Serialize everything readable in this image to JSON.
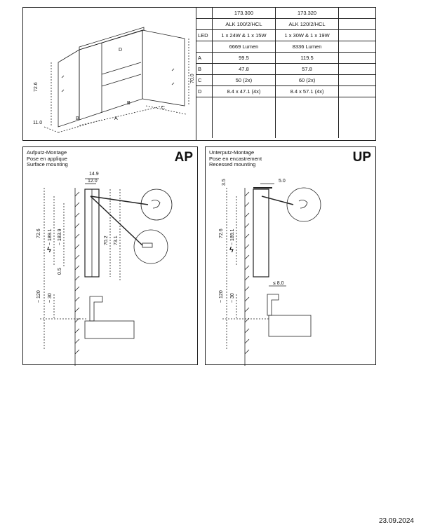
{
  "spec_table": {
    "header": [
      "",
      "173.300",
      "173.320"
    ],
    "rows": [
      {
        "label": "",
        "v1": "ALK 100/2/HCL",
        "v2": "ALK 120/2/HCL"
      },
      {
        "label": "LED",
        "v1": "1 x 24W & 1 x 15W",
        "v2": "1 x 30W & 1 x 19W"
      },
      {
        "label": "",
        "v1": "6669 Lumen",
        "v2": "8336 Lumen"
      },
      {
        "label": "A",
        "v1": "99.5",
        "v2": "119.5"
      },
      {
        "label": "B",
        "v1": "47.8",
        "v2": "57.8"
      },
      {
        "label": "C",
        "v1": "50 (2x)",
        "v2": "60 (2x)"
      },
      {
        "label": "D",
        "v1": "8.4 x 47.1 (4x)",
        "v2": "8.4 x 57.1 (4x)"
      }
    ]
  },
  "cabinet_dims": {
    "height": "72.6",
    "height_inner": "70.0",
    "depth": "11.0",
    "a": "A",
    "b": "B",
    "c": "C",
    "d": "D"
  },
  "ap": {
    "caption_de": "Aufputz-Montage",
    "caption_fr": "Pose en applique",
    "caption_en": "Surface mounting",
    "tag": "AP",
    "dims": {
      "d1": "14.9",
      "d2": "12.0",
      "h1": "72.6",
      "h2": "~ 189.1",
      "h3": "~ 183.9",
      "h4": "70.2",
      "h5": "73.1",
      "h6": "0.5",
      "h7": "~ 120",
      "h8": "~ 30"
    }
  },
  "up": {
    "caption_de": "Unterputz-Montage",
    "caption_fr": "Pose en encastrement",
    "caption_en": "Recessed mounting",
    "tag": "UP",
    "dims": {
      "d1": "3.5",
      "d2": "5.0",
      "h1": "72.6",
      "h2": "~ 189.1",
      "h3": "~ 120",
      "h4": "~ 30",
      "h5": "≤ 8.0"
    }
  },
  "date": "23.09.2024"
}
